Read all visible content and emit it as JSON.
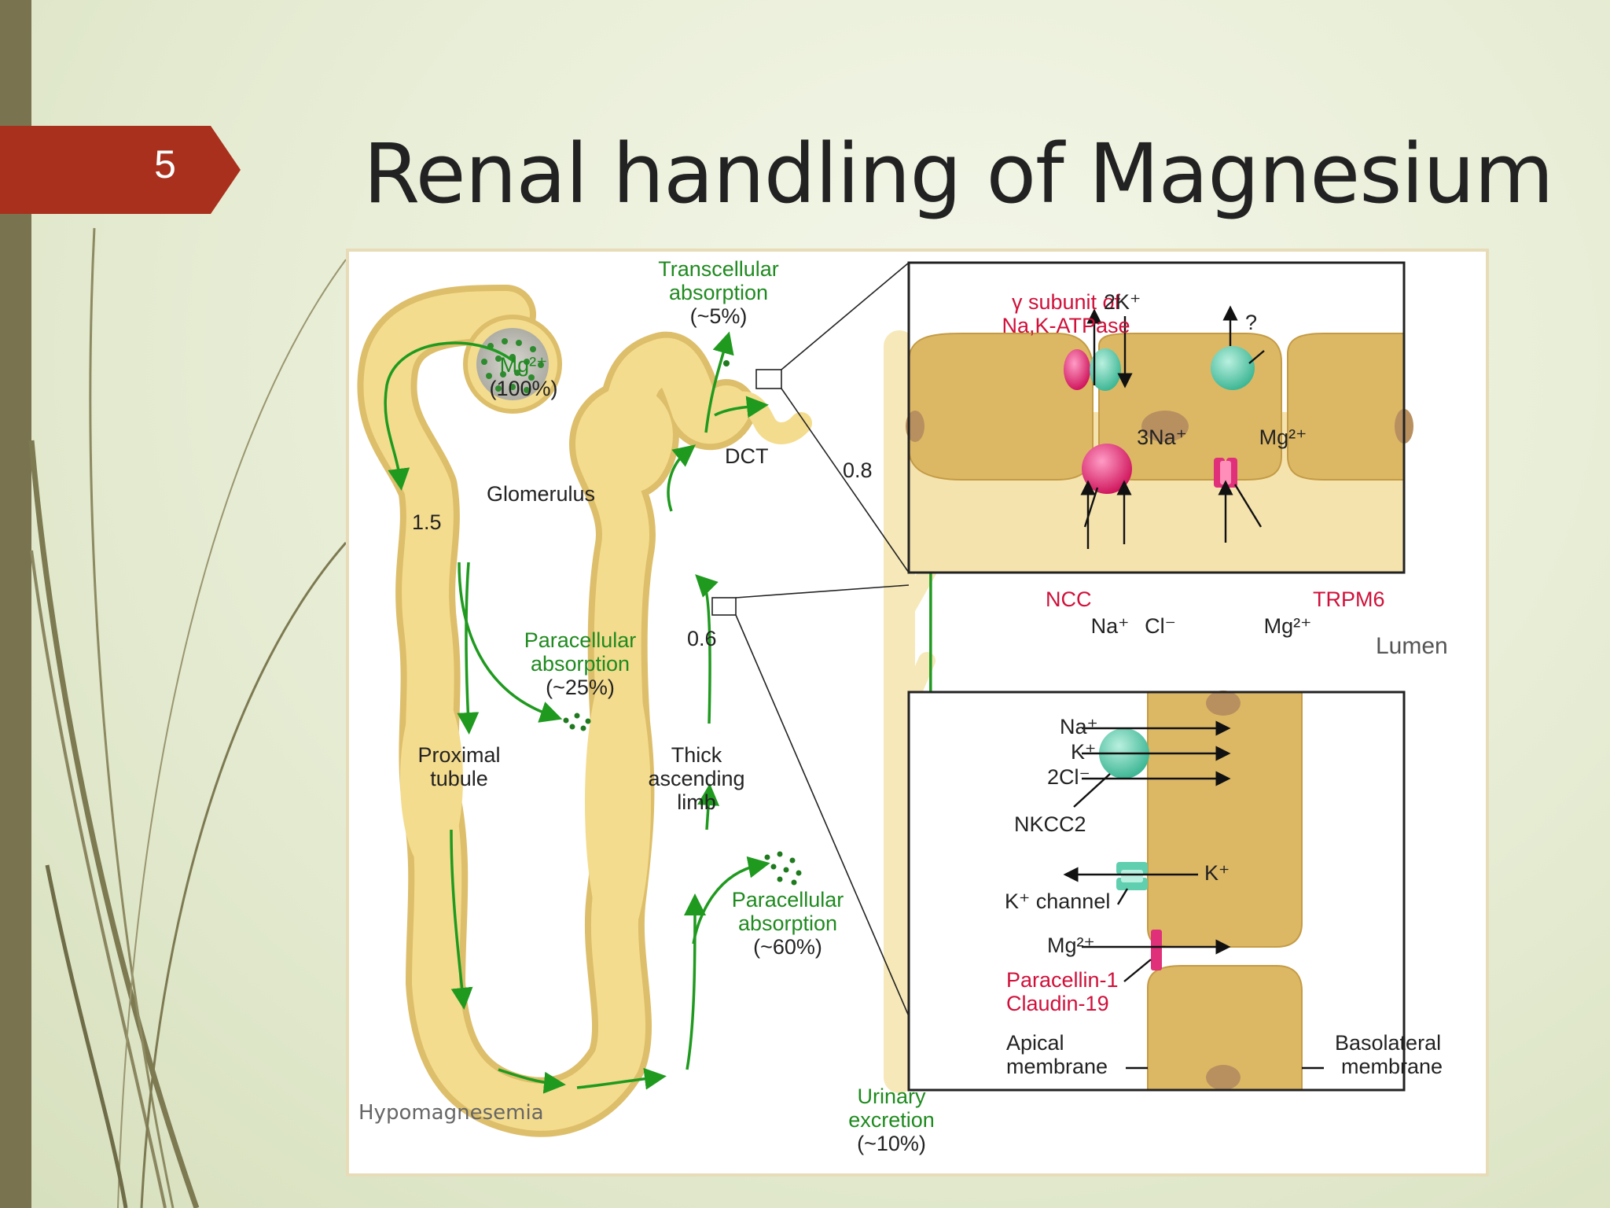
{
  "slide": {
    "number": "5",
    "title": "Renal handling of Magnesium",
    "watermark": "Hypomagnesemia"
  },
  "colors": {
    "accent_tab": "#a8301c",
    "side_bar": "#7a7350",
    "tubule": "#f2d889",
    "flow_arrow": "#1f9a1f",
    "label_green": "#1f8a1f",
    "label_red": "#d0103a",
    "transporter_teal": "#5fcfb0",
    "transporter_pink": "#e0307a"
  },
  "nephron": {
    "glomerulus": {
      "label": "Glomerulus",
      "mg_label": "Mg²⁺",
      "mg_pct": "(100%)"
    },
    "markers": {
      "pt_start": "1.5",
      "tal": "0.6",
      "dct": "0.8"
    },
    "transcellular": {
      "line1": "Transcellular",
      "line2": "absorption",
      "pct": "(~5%)"
    },
    "para_pt": {
      "line1": "Paracellular",
      "line2": "absorption",
      "pct": "(~25%)"
    },
    "para_tal": {
      "line1": "Paracellular",
      "line2": "absorption",
      "pct": "(~60%)"
    },
    "proximal": {
      "line1": "Proximal",
      "line2": "tubule"
    },
    "tal": {
      "line1": "Thick",
      "line2": "ascending",
      "line3": "limb"
    },
    "dct": "DCT",
    "urinary": {
      "line1": "Urinary",
      "line2": "excretion",
      "pct": "(~10%)"
    }
  },
  "dct_inset": {
    "gamma1": "γ subunit of",
    "gamma2": "Na,K-ATPase",
    "k2": "2K⁺",
    "na3": "3Na⁺",
    "mg_top": "Mg²⁺",
    "question": "?",
    "ncc": "NCC",
    "na": "Na⁺",
    "cl": "Cl⁻",
    "mg_bottom": "Mg²⁺",
    "trpm6": "TRPM6",
    "lumen": "Lumen"
  },
  "tal_inset": {
    "na": "Na⁺",
    "k": "K⁺",
    "cl2": "2Cl⁻",
    "nkcc2": "NKCC2",
    "k_out": "K⁺",
    "k_channel": "K⁺ channel",
    "mg": "Mg²⁺",
    "paracellin": "Paracellin-1",
    "claudin": "Claudin-19",
    "apical1": "Apical",
    "apical2": "membrane",
    "baso1": "Basolateral",
    "baso2": "membrane"
  }
}
